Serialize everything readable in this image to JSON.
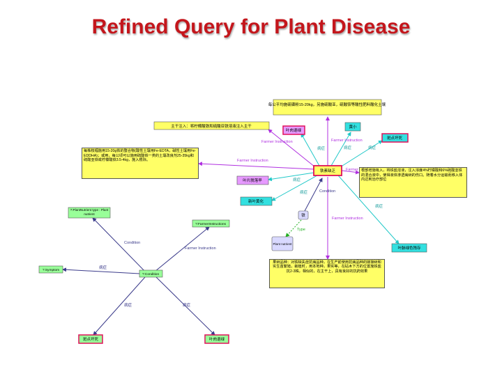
{
  "title": "Refined Query for Plant Disease",
  "colors": {
    "title": "#c4161c",
    "yellow_node": "#ffff66",
    "cyan_node": "#33e0e0",
    "purple_node": "#e699ff",
    "lavender_node": "#d9d9ff",
    "green_node": "#99ff99",
    "pink_border": "#e0105a",
    "edge_purple": "#b030e0",
    "edge_cyan": "#20c8c8",
    "edge_navy": "#3a3a8a",
    "edge_green": "#20b020"
  },
  "right_graph": {
    "center": "铁素缺乏",
    "nodes": {
      "n_top": "每公平均施硫磺粉15-20kg，另施硫酸亚，硫酸铵等酸性肥料酸化土壤",
      "n_inject": "主干注入：将柠檬酸铁和硫酸亚铁溶液注入主干",
      "n_yelleaf": "叶肉退绿",
      "n_yellow": "黄小",
      "n_reddot": "斑点坏死",
      "n_left_big": "每株枝幅施用15-20g铁的螯合物(酸性土壤用Fe-EDTA，碱性土壤用Fe-EDDHA)；或用，每公顷可以施用硫酸铁一类的土壤改良剂25-35kg和硫酸亚铁或柠檬酸铁3.5-4kg，施入根际。",
      "n_leafdrop": "叶片脱落早",
      "n_yehuang": "新叶黄化",
      "n_spray": "根部增施吸入，将铁盐溶液，注入浓度4%柠檬酸和6%硫酸亚铁的混合液中，使得液体渗透病树的伤口。随着水分运输而移入体内达到治疗部位",
      "n_iron": "铁",
      "n_plant_nutrient": "Plant nutrient",
      "n_veins": "叶脉绿色残存",
      "n_bottom": "果树品种：对铁缺失症抗病品种，在生产前使用抗病品种的嫁接树和实生苗繁殖，栽植时，用本地种，果实等，在砧木下方的位置施铁盐抗2-3株，相似的，在主干上，具有良好的抗药效果"
    },
    "edge_labels": {
      "farmer_instruction": "Farmer Instruction",
      "condition": "Condition",
      "symptom": "病症",
      "type": "Type"
    }
  },
  "left_graph": {
    "center": "?:Condition",
    "nodes": {
      "plant_nutrient_type": "?:PlantNutrient type : Plant nutrient",
      "farmer_instructions": "?:FarmerInstructions",
      "symptom": "?:Symptom",
      "bottom_left": "斑点坏死",
      "bottom_right": "叶肉退绿"
    },
    "edge_labels": {
      "condition": "Condition",
      "farmer_instruction": "Farmer Instruction",
      "symptom_cn": "病症"
    }
  }
}
